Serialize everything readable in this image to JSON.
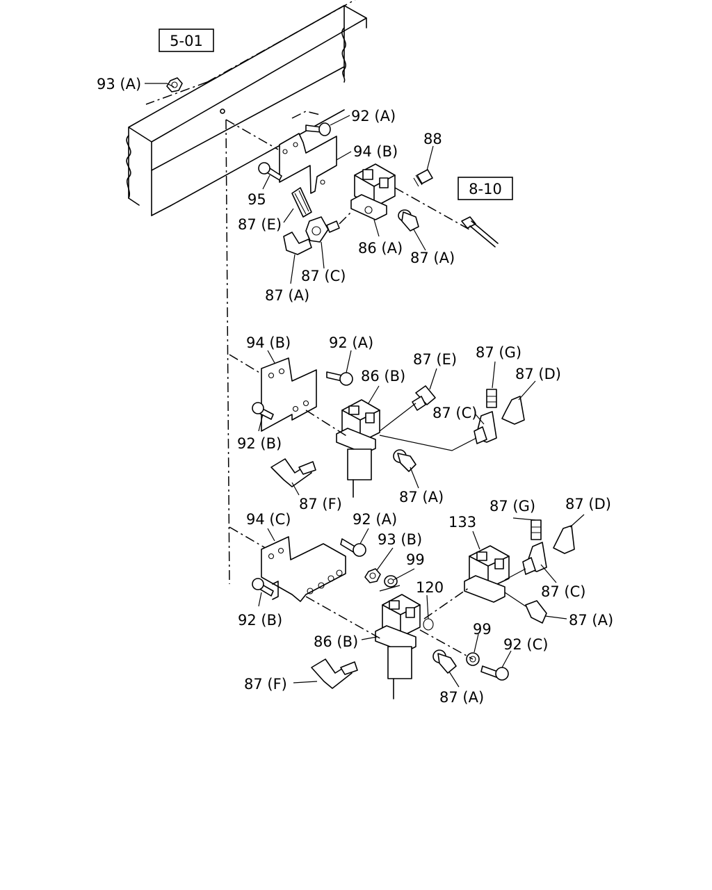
{
  "references": [
    {
      "id": "ref-5-01",
      "text": "5-01"
    },
    {
      "id": "ref-8-10",
      "text": "8-10"
    }
  ],
  "callouts": [
    {
      "id": "c1",
      "text": "93 (A)"
    },
    {
      "id": "c2",
      "text": "92 (A)"
    },
    {
      "id": "c3",
      "text": "94 (B)"
    },
    {
      "id": "c4",
      "text": "88"
    },
    {
      "id": "c5",
      "text": "95"
    },
    {
      "id": "c6",
      "text": "87 (E)"
    },
    {
      "id": "c7",
      "text": "86 (A)"
    },
    {
      "id": "c8",
      "text": "87 (A)"
    },
    {
      "id": "c9",
      "text": "87 (C)"
    },
    {
      "id": "c10",
      "text": "87 (A)"
    },
    {
      "id": "c11",
      "text": "94 (B)"
    },
    {
      "id": "c12",
      "text": "92 (A)"
    },
    {
      "id": "c13",
      "text": "87 (E)"
    },
    {
      "id": "c14",
      "text": "87 (G)"
    },
    {
      "id": "c15",
      "text": "86 (B)"
    },
    {
      "id": "c16",
      "text": "87 (D)"
    },
    {
      "id": "c17",
      "text": "87 (C)"
    },
    {
      "id": "c18",
      "text": "92 (B)"
    },
    {
      "id": "c19",
      "text": "87 (F)"
    },
    {
      "id": "c20",
      "text": "87 (A)"
    },
    {
      "id": "c21",
      "text": "94 (C)"
    },
    {
      "id": "c22",
      "text": "92 (A)"
    },
    {
      "id": "c23",
      "text": "87 (G)"
    },
    {
      "id": "c24",
      "text": "87 (D)"
    },
    {
      "id": "c25",
      "text": "133"
    },
    {
      "id": "c26",
      "text": "93 (B)"
    },
    {
      "id": "c27",
      "text": "99"
    },
    {
      "id": "c28",
      "text": "120"
    },
    {
      "id": "c29",
      "text": "87 (C)"
    },
    {
      "id": "c30",
      "text": "92 (B)"
    },
    {
      "id": "c31",
      "text": "87 (A)"
    },
    {
      "id": "c32",
      "text": "99"
    },
    {
      "id": "c33",
      "text": "92 (C)"
    },
    {
      "id": "c34",
      "text": "86 (B)"
    },
    {
      "id": "c35",
      "text": "87 (F)"
    },
    {
      "id": "c36",
      "text": "87 (A)"
    }
  ]
}
